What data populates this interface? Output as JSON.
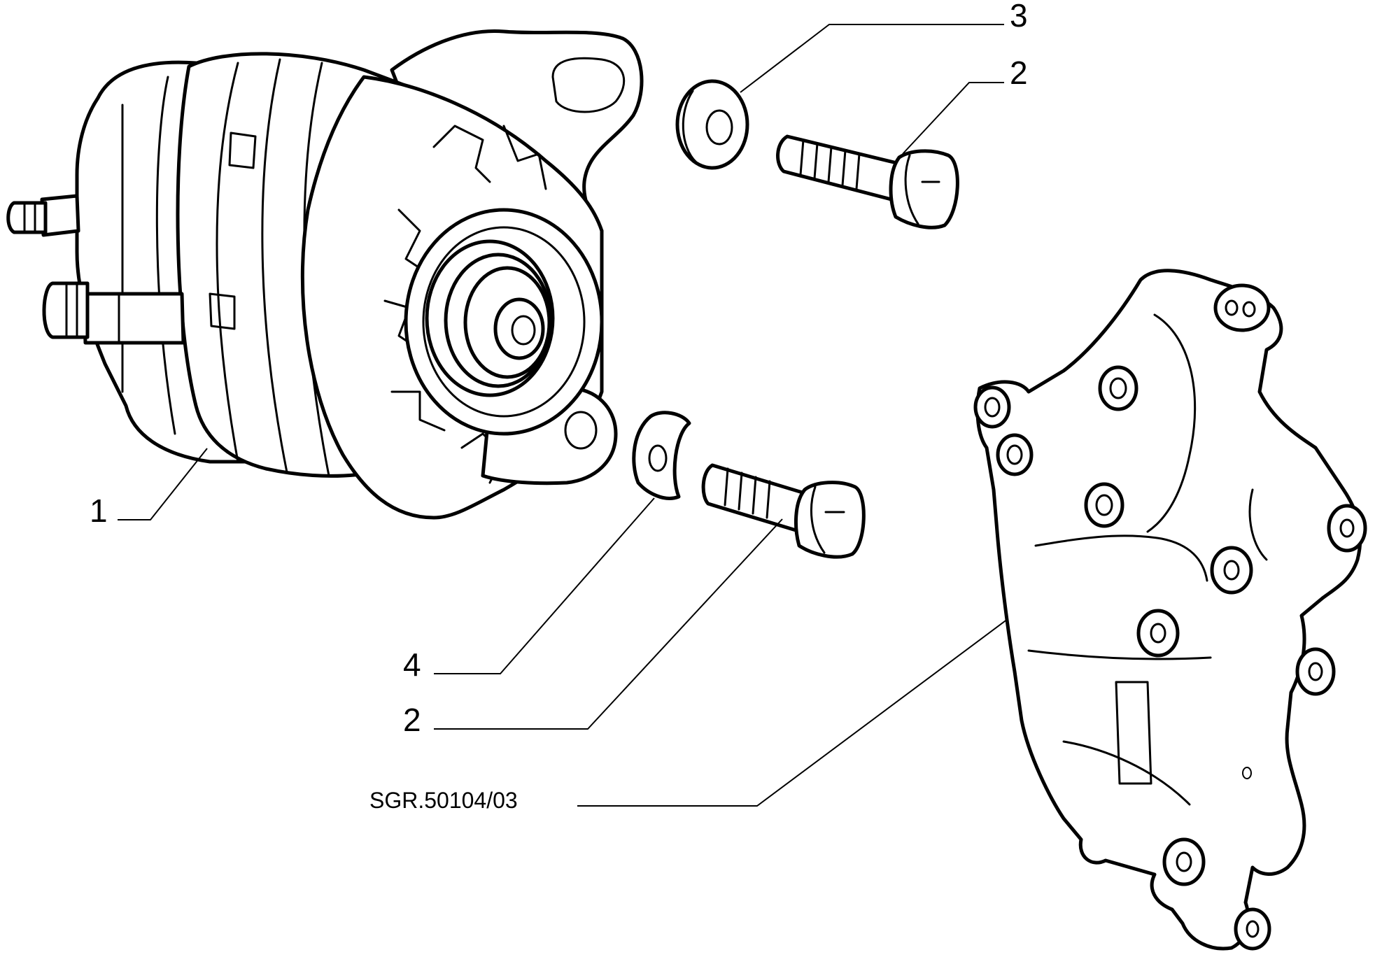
{
  "callouts": {
    "alternator": "1",
    "upper_bolt": "2",
    "upper_washer": "3",
    "lower_bolt": "2",
    "lower_spacer": "4"
  },
  "reference_code": "SGR.50104/03"
}
